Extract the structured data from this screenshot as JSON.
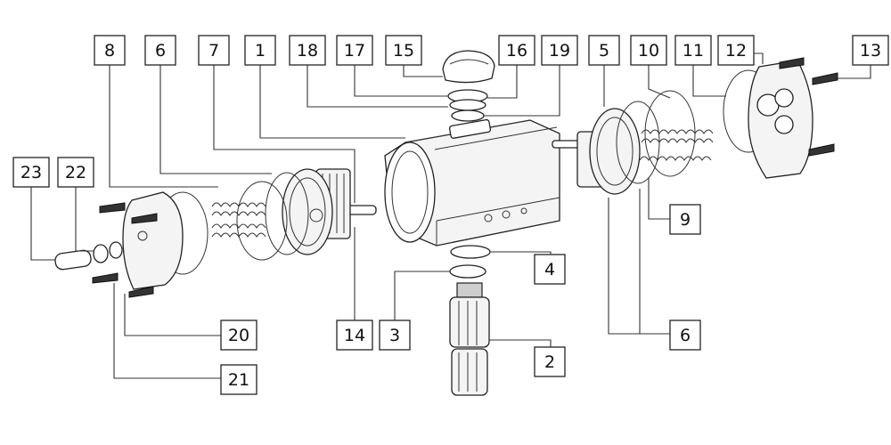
{
  "callouts": [
    {
      "id": "c8",
      "label": "8"
    },
    {
      "id": "c6a",
      "label": "6"
    },
    {
      "id": "c7",
      "label": "7"
    },
    {
      "id": "c1",
      "label": "1"
    },
    {
      "id": "c18",
      "label": "18"
    },
    {
      "id": "c17",
      "label": "17"
    },
    {
      "id": "c15",
      "label": "15"
    },
    {
      "id": "c16",
      "label": "16"
    },
    {
      "id": "c19",
      "label": "19"
    },
    {
      "id": "c5",
      "label": "5"
    },
    {
      "id": "c10",
      "label": "10"
    },
    {
      "id": "c11",
      "label": "11"
    },
    {
      "id": "c12",
      "label": "12"
    },
    {
      "id": "c13",
      "label": "13"
    },
    {
      "id": "c23",
      "label": "23"
    },
    {
      "id": "c22",
      "label": "22"
    },
    {
      "id": "c9",
      "label": "9"
    },
    {
      "id": "c4",
      "label": "4"
    },
    {
      "id": "c14",
      "label": "14"
    },
    {
      "id": "c3",
      "label": "3"
    },
    {
      "id": "c20",
      "label": "20"
    },
    {
      "id": "c6b",
      "label": "6"
    },
    {
      "id": "c2",
      "label": "2"
    },
    {
      "id": "c21",
      "label": "21"
    }
  ]
}
